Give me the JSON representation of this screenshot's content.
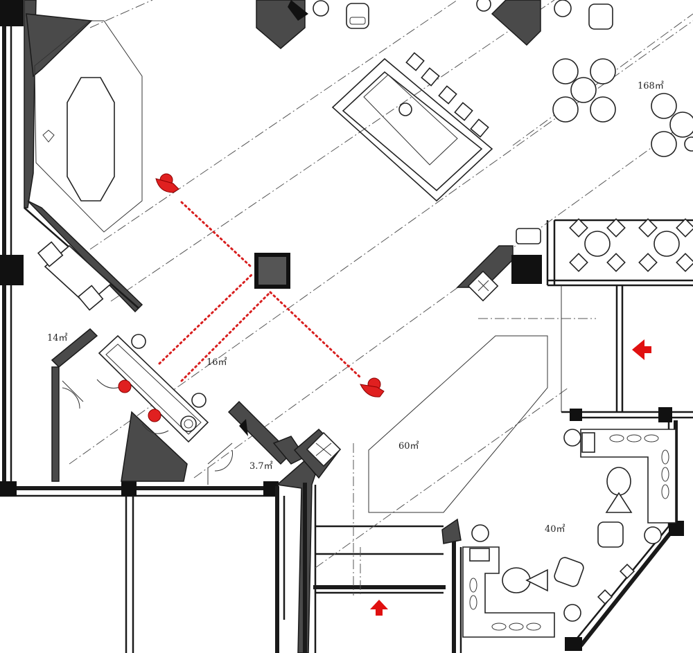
{
  "labels": {
    "room_168": "168㎡",
    "room_14": "14㎡",
    "room_16": "16㎡",
    "room_3_7": "3.7㎡",
    "room_60": "60㎡",
    "room_40": "40㎡"
  },
  "colors": {
    "wall": "#1a1a1a",
    "column": "#4a4a4a",
    "route": "#d81e1e",
    "arrow": "#e01010"
  },
  "icons": [
    "entry-arrow-icon",
    "person-icon",
    "column-icon",
    "chair-icon",
    "plant-icon"
  ]
}
